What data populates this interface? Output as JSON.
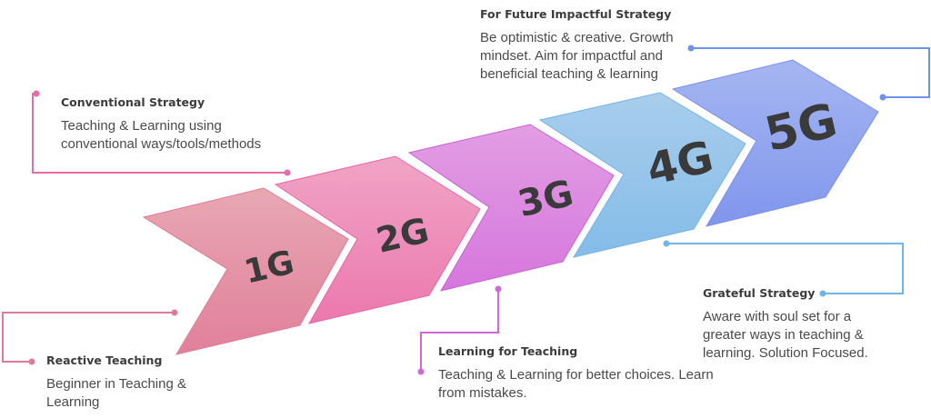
{
  "generations": [
    {
      "label": "1G",
      "color_top": "#e8a7b3",
      "color_bottom": "#e0809a",
      "stroke": "#e07a98"
    },
    {
      "label": "2G",
      "color_top": "#f0a4c6",
      "color_bottom": "#ec78ae",
      "stroke": "#e866a6"
    },
    {
      "label": "3G",
      "color_top": "#e29ee2",
      "color_bottom": "#d676de",
      "stroke": "#c860d6"
    },
    {
      "label": "4G",
      "color_top": "#a9cdec",
      "color_bottom": "#84bce8",
      "stroke": "#72b4e6"
    },
    {
      "label": "5G",
      "color_top": "#a6b6f2",
      "color_bottom": "#8096ec",
      "stroke": "#7a90ea"
    }
  ],
  "strategies": {
    "conventional": {
      "title": "Conventional Strategy",
      "description": "Teaching & Learning using conventional ways/tools/methods",
      "color": "#e86aa8"
    },
    "reactive": {
      "title": "Reactive Teaching",
      "description": "Beginner in Teaching & Learning",
      "color": "#e07a9a"
    },
    "learning": {
      "title": "Learning for Teaching",
      "description": "Teaching & Learning for better choices. Learn from mistakes.",
      "color": "#d466d8"
    },
    "grateful": {
      "title": "Grateful Strategy",
      "description": "Aware with soul set for a greater ways in teaching & learning. Solution Focused.",
      "color": "#6fb6e6"
    },
    "future": {
      "title": "For Future Impactful Strategy",
      "description": "Be optimistic & creative. Growth mindset. Aim for impactful and beneficial teaching & learning",
      "color": "#6f92ec"
    }
  }
}
